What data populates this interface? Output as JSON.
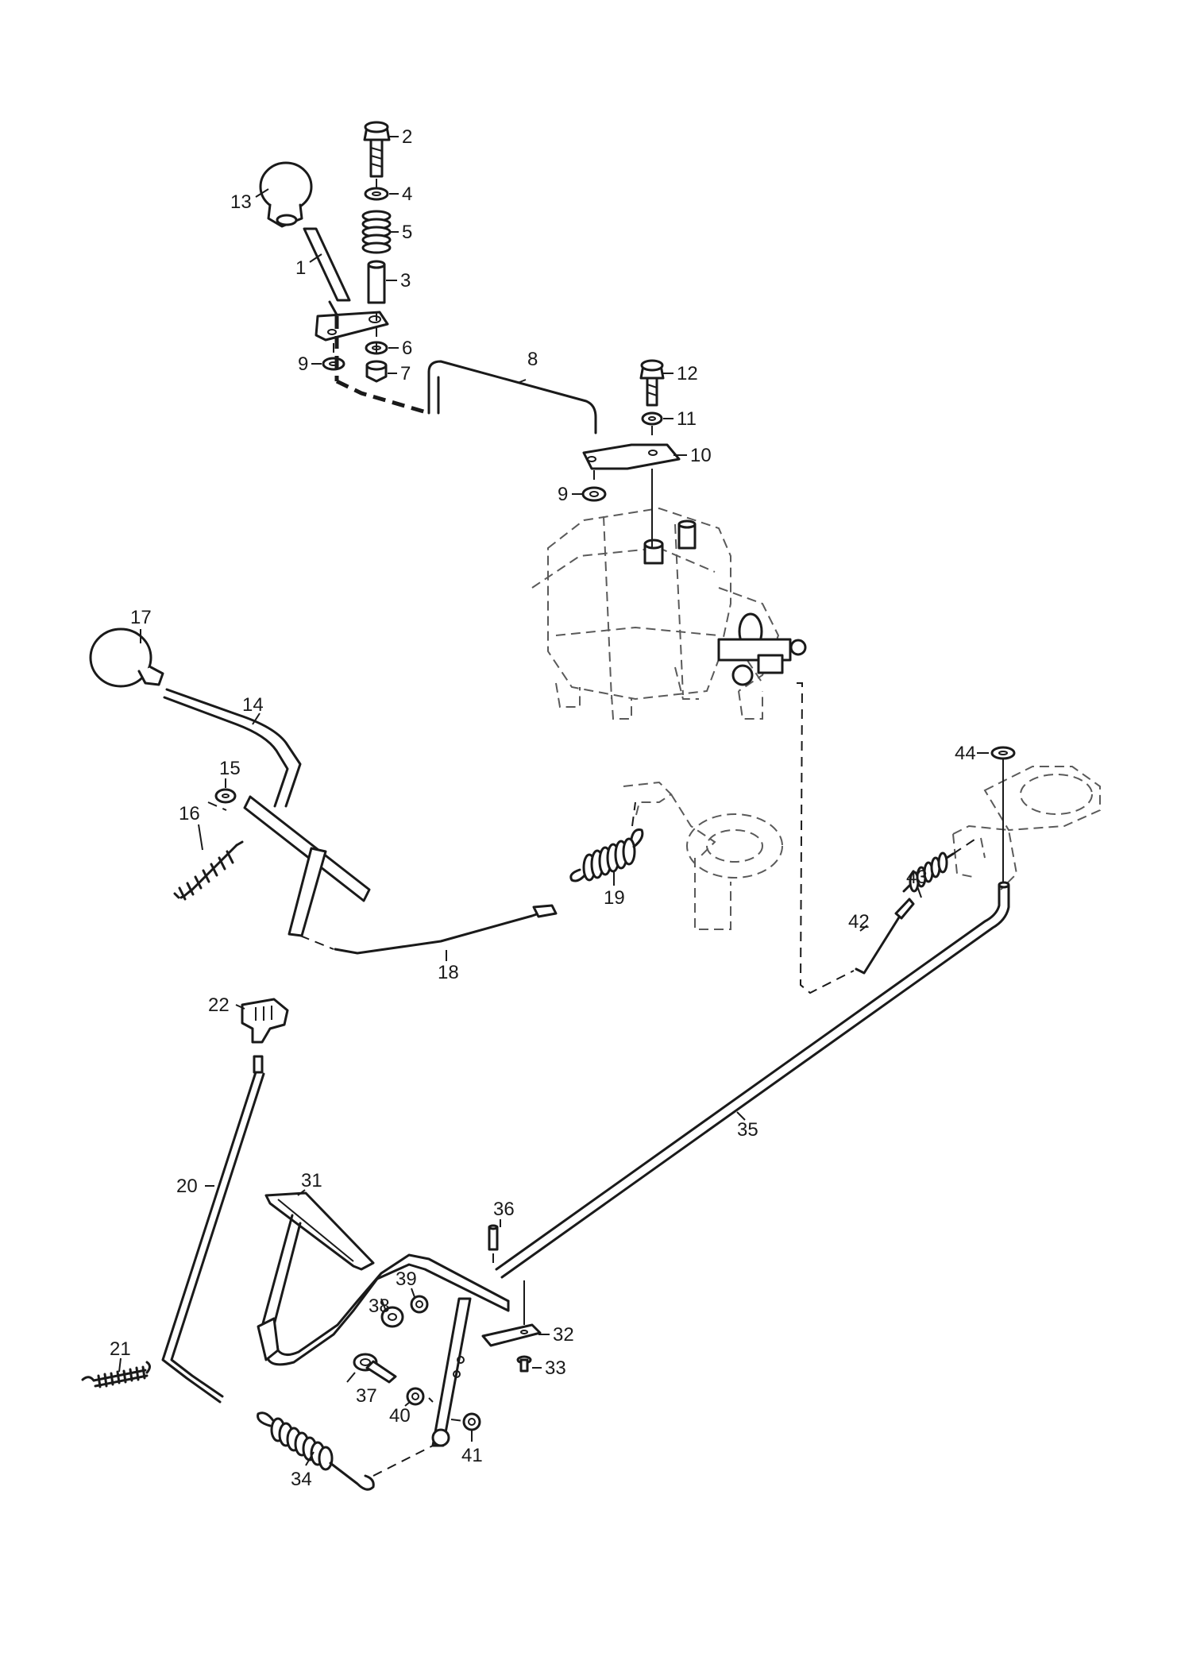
{
  "diagram": {
    "callouts": {
      "c1": "1",
      "c2": "2",
      "c3": "3",
      "c4": "4",
      "c5": "5",
      "c6": "6",
      "c7": "7",
      "c8": "8",
      "c9a": "9",
      "c9b": "9",
      "c10": "10",
      "c11": "11",
      "c12": "12",
      "c13": "13",
      "c14": "14",
      "c15": "15",
      "c16": "16",
      "c17": "17",
      "c18": "18",
      "c19": "19",
      "c20": "20",
      "c21": "21",
      "c22": "22",
      "c31": "31",
      "c32": "32",
      "c33": "33",
      "c34": "34",
      "c35": "35",
      "c36": "36",
      "c37": "37",
      "c38": "38",
      "c39": "39",
      "c40": "40",
      "c41": "41",
      "c42": "42",
      "c43": "43",
      "c44": "44"
    }
  }
}
